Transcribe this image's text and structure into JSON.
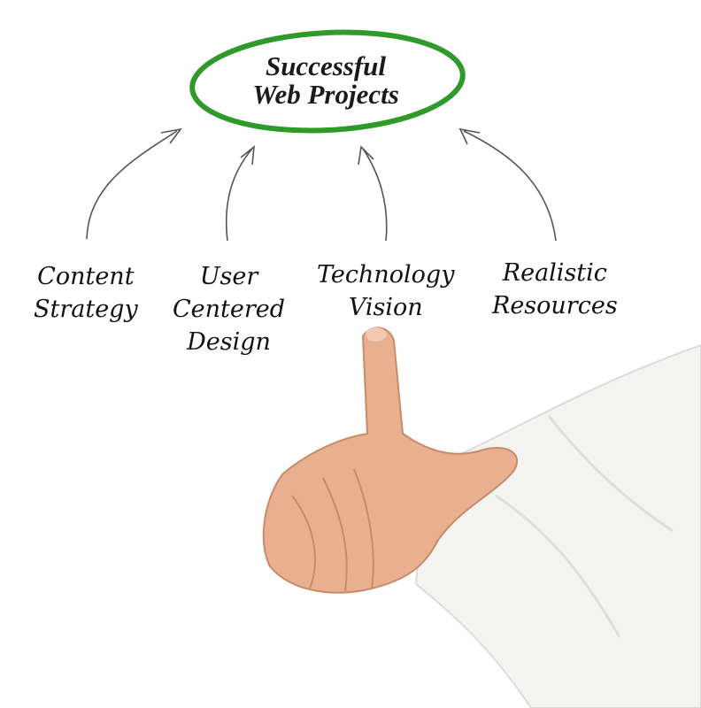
{
  "title": {
    "line1": "Successful",
    "line2": "Web Projects"
  },
  "factors": [
    {
      "line1": "Content",
      "line2": "Strategy"
    },
    {
      "line1": "User",
      "line2": "Centered",
      "line3": "Design"
    },
    {
      "line1": "Technology",
      "line2": "Vision"
    },
    {
      "line1": "Realistic",
      "line2": "Resources"
    }
  ],
  "colors": {
    "ellipse": "#2f9a2a",
    "arrow": "#555555",
    "skin": "#e9b08f",
    "shirt": "#f3f3f1"
  }
}
